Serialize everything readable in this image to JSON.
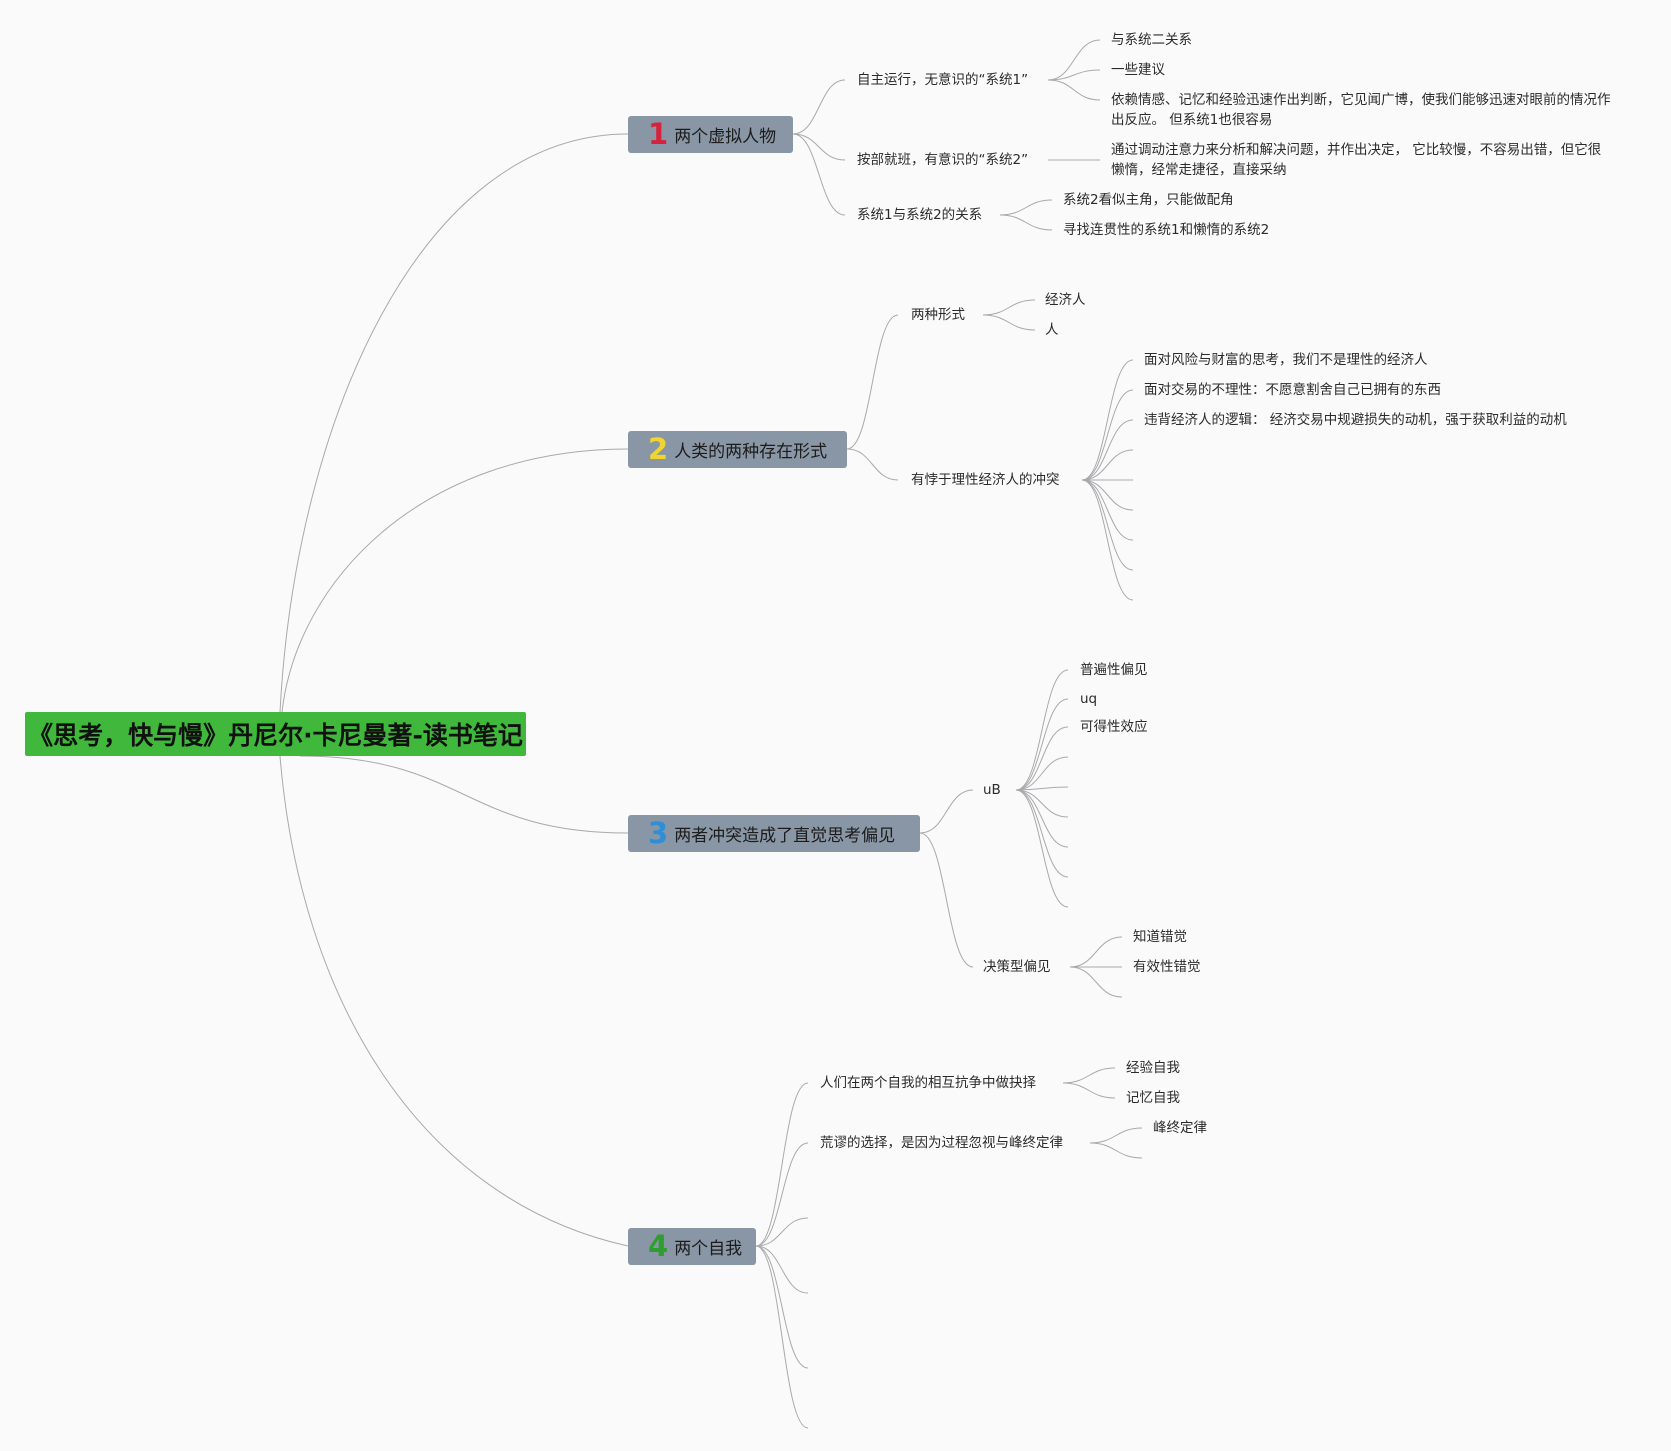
{
  "root": "《思考，快与慢》丹尼尔·卡尼曼著-读书笔记",
  "colors": {
    "root_bg": "#3fb83c",
    "topic_bg": "#8996a5",
    "line": "#a9a9ad",
    "num1": "#d6233c",
    "num2": "#f0d430",
    "num3": "#2f8fd6",
    "num4": "#2e9e30"
  },
  "topics": [
    {
      "num": "1",
      "label": "两个虚拟人物",
      "subs": [
        {
          "label": "自主运行，无意识的“系统1”",
          "children": [
            "与系统二关系",
            "一些建议",
            "依赖情感、记忆和经验迅速作出判断，它见闻广博，使我们能够迅速对眼前的情况作出反应。 但系统1也很容易"
          ]
        },
        {
          "label": "按部就班，有意识的“系统2”",
          "children": [
            "通过调动注意力来分析和解决问题，并作出决定， 它比较慢，不容易出错，但它很懒惰，经常走捷径，直接采纳"
          ]
        },
        {
          "label": "系统1与系统2的关系",
          "children": [
            "系统2看似主角，只能做配角",
            "寻找连贯性的系统1和懒惰的系统2"
          ]
        }
      ]
    },
    {
      "num": "2",
      "label": "人类的两种存在形式",
      "subs": [
        {
          "label": "两种形式",
          "children": [
            "经济人",
            "人"
          ]
        },
        {
          "label": "有悖于理性经济人的冲突",
          "children": [
            "面对风险与财富的思考，我们不是理性的经济人",
            "面对交易的不理性：不愿意割舍自己已拥有的东西",
            "违背经济人的逻辑： 经济交易中规避损失的动机，强于获取利益的动机"
          ]
        }
      ]
    },
    {
      "num": "3",
      "label": "两者冲突造成了直觉思考偏见",
      "subs": [
        {
          "label": "uB",
          "children": [
            "普遍性偏见",
            "uq",
            "可得性效应"
          ]
        },
        {
          "label": "决策型偏见",
          "children": [
            "知道错觉",
            "有效性错觉"
          ]
        }
      ]
    },
    {
      "num": "4",
      "label": "两个自我",
      "subs": [
        {
          "label": "人们在两个自我的相互抗争中做抉择",
          "children": [
            "经验自我",
            "记忆自我"
          ]
        },
        {
          "label": "荒谬的选择，是因为过程忽视与峰终定律",
          "children": [
            "峰终定律"
          ]
        }
      ]
    }
  ]
}
